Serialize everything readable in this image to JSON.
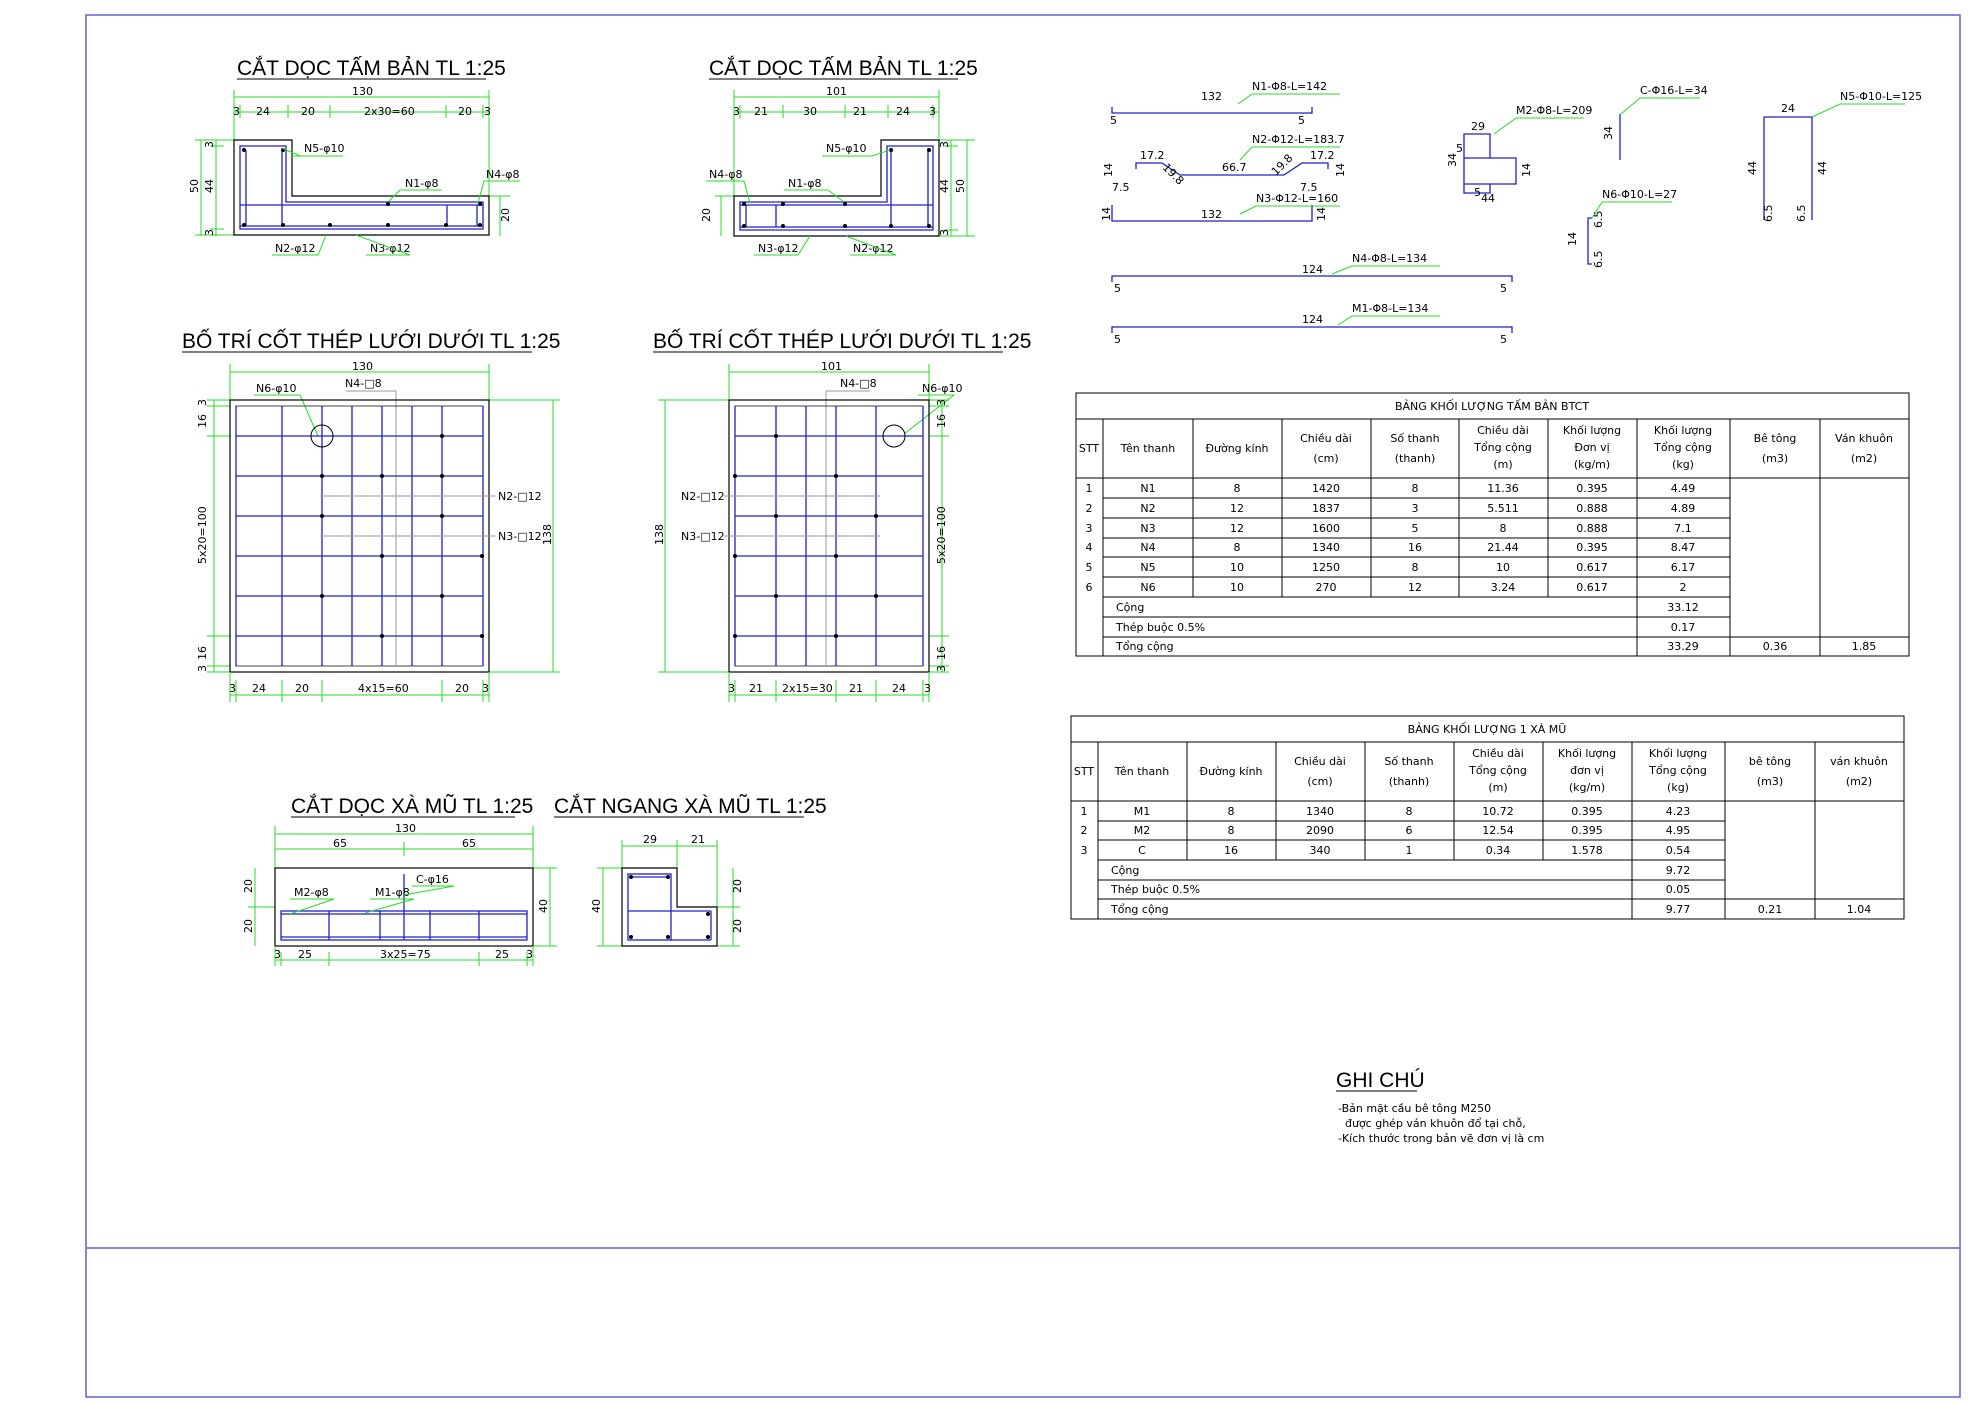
{
  "titles": {
    "slab_long_left": "CẮT DỌC TẤM BẢN TL 1:25",
    "slab_long_right": "CẮT DỌC TẤM BẢN TL 1:25",
    "mesh_left": "BỐ TRÍ CỐT THÉP LƯỚI DƯỚI TL 1:25",
    "mesh_right": "BỐ TRÍ CỐT THÉP LƯỚI DƯỚI TL 1:25",
    "beam_long": "CẮT DỌC XÀ MŨ TL 1:25",
    "beam_cross": "CẮT NGANG XÀ MŨ TL 1:25"
  },
  "dims": {
    "d130": "130",
    "d101": "101",
    "d3": "3",
    "d24": "24",
    "d20": "20",
    "d21": "21",
    "d30": "30",
    "d2x30": "2x30=60",
    "d50": "50",
    "d44": "44",
    "d16": "16",
    "d138": "138",
    "d5x20": "5x20=100",
    "d4x15": "4x15=60",
    "d2x15": "2x15=30",
    "d65": "65",
    "d40": "40",
    "d25": "25",
    "d3x25": "3x25=75",
    "d29": "29"
  },
  "labels": {
    "N1": "N1-φ8",
    "N2": "N2-φ12",
    "N3": "N3-φ12",
    "N4": "N4-φ8",
    "N5": "N5-φ10",
    "N6": "N6-φ10",
    "N4m": "N4-□8",
    "N2m": "N2-□12",
    "N3m": "N3-□12",
    "M1": "M1-φ8",
    "M2": "M2-φ8",
    "C": "C-φ16"
  },
  "bars": {
    "N1": {
      "label": "N1-Φ8-L=142",
      "len": "132",
      "hook": "5"
    },
    "N2": {
      "label": "N2-Φ12-L=183.7",
      "a": "17.2",
      "b": "19.8",
      "c": "66.7",
      "d": "7.5",
      "e": "14"
    },
    "N3": {
      "label": "N3-Φ12-L=160",
      "len": "132",
      "hook": "14"
    },
    "N4": {
      "label": "N4-Φ8-L=134",
      "len": "124",
      "hook": "5"
    },
    "M1": {
      "label": "M1-Φ8-L=134",
      "len": "124",
      "hook": "5"
    },
    "M2": {
      "label": "M2-Φ8-L=209",
      "a": "29",
      "b": "34",
      "c": "44",
      "d": "14",
      "e": "5"
    },
    "C": {
      "label": "C-Φ16-L=34",
      "len": "34"
    },
    "N6": {
      "label": "N6-Φ10-L=27",
      "a": "14",
      "b": "6.5"
    },
    "N5": {
      "label": "N5-Φ10-L=125",
      "a": "24",
      "b": "44",
      "c": "6.5"
    }
  },
  "table1": {
    "title": "BẢNG KHỐI LƯỢNG TẤM BẢN BTCT",
    "headers": [
      [
        "STT"
      ],
      [
        "Tên thanh"
      ],
      [
        "Đường kính"
      ],
      [
        "Chiều dài",
        "(cm)"
      ],
      [
        "Số thanh",
        "(thanh)"
      ],
      [
        "Chiều dài",
        "Tổng cộng",
        "(m)"
      ],
      [
        "Khối lượng",
        "Đơn vị",
        "(kg/m)"
      ],
      [
        "Khối lượng",
        "Tổng cộng",
        "(kg)"
      ],
      [
        "Bê tông",
        "(m3)"
      ],
      [
        "Ván khuôn",
        "(m2)"
      ]
    ],
    "rows": [
      [
        "1",
        "N1",
        "8",
        "1420",
        "8",
        "11.36",
        "0.395",
        "4.49"
      ],
      [
        "2",
        "N2",
        "12",
        "1837",
        "3",
        "5.511",
        "0.888",
        "4.89"
      ],
      [
        "3",
        "N3",
        "12",
        "1600",
        "5",
        "8",
        "0.888",
        "7.1"
      ],
      [
        "4",
        "N4",
        "8",
        "1340",
        "16",
        "21.44",
        "0.395",
        "8.47"
      ],
      [
        "5",
        "N5",
        "10",
        "1250",
        "8",
        "10",
        "0.617",
        "6.17"
      ],
      [
        "6",
        "N6",
        "10",
        "270",
        "12",
        "3.24",
        "0.617",
        "2"
      ]
    ],
    "sum_label": "Cộng",
    "sum": "33.12",
    "tie_label": "Thép buộc 0.5%",
    "tie": "0.17",
    "total_label": "Tổng cộng",
    "total": "33.29",
    "concrete": "0.36",
    "formwork": "1.85"
  },
  "table2": {
    "title": "BẢNG KHỐI LƯỢNG 1 XÀ MŨ",
    "headers": [
      [
        "STT"
      ],
      [
        "Tên thanh"
      ],
      [
        "Đường kính"
      ],
      [
        "Chiều dài",
        "(cm)"
      ],
      [
        "Số thanh",
        "(thanh)"
      ],
      [
        "Chiều dài",
        "Tổng cộng",
        "(m)"
      ],
      [
        "Khối lượng",
        "đơn vị",
        "(kg/m)"
      ],
      [
        "Khối lượng",
        "Tổng cộng",
        "(kg)"
      ],
      [
        "bê tông",
        "(m3)"
      ],
      [
        "ván khuôn",
        "(m2)"
      ]
    ],
    "rows": [
      [
        "1",
        "M1",
        "8",
        "1340",
        "8",
        "10.72",
        "0.395",
        "4.23"
      ],
      [
        "2",
        "M2",
        "8",
        "2090",
        "6",
        "12.54",
        "0.395",
        "4.95"
      ],
      [
        "3",
        "C",
        "16",
        "340",
        "1",
        "0.34",
        "1.578",
        "0.54"
      ]
    ],
    "sum_label": "Cộng",
    "sum": "9.72",
    "tie_label": "Thép buộc 0.5%",
    "tie": "0.05",
    "total_label": "Tổng cộng",
    "total": "9.77",
    "concrete": "0.21",
    "formwork": "1.04"
  },
  "notes": {
    "title": "GHI CHÚ",
    "line1": "-Bản mặt cầu bê tông M250",
    "line2": "  được ghép ván khuôn đổ tại chỗ,",
    "line3": "-Kích thước trong bản vẽ đơn vị là cm"
  },
  "colors": {
    "rebar": "#2020c8",
    "dimension": "#2bd92b",
    "border": "#6060d0"
  }
}
